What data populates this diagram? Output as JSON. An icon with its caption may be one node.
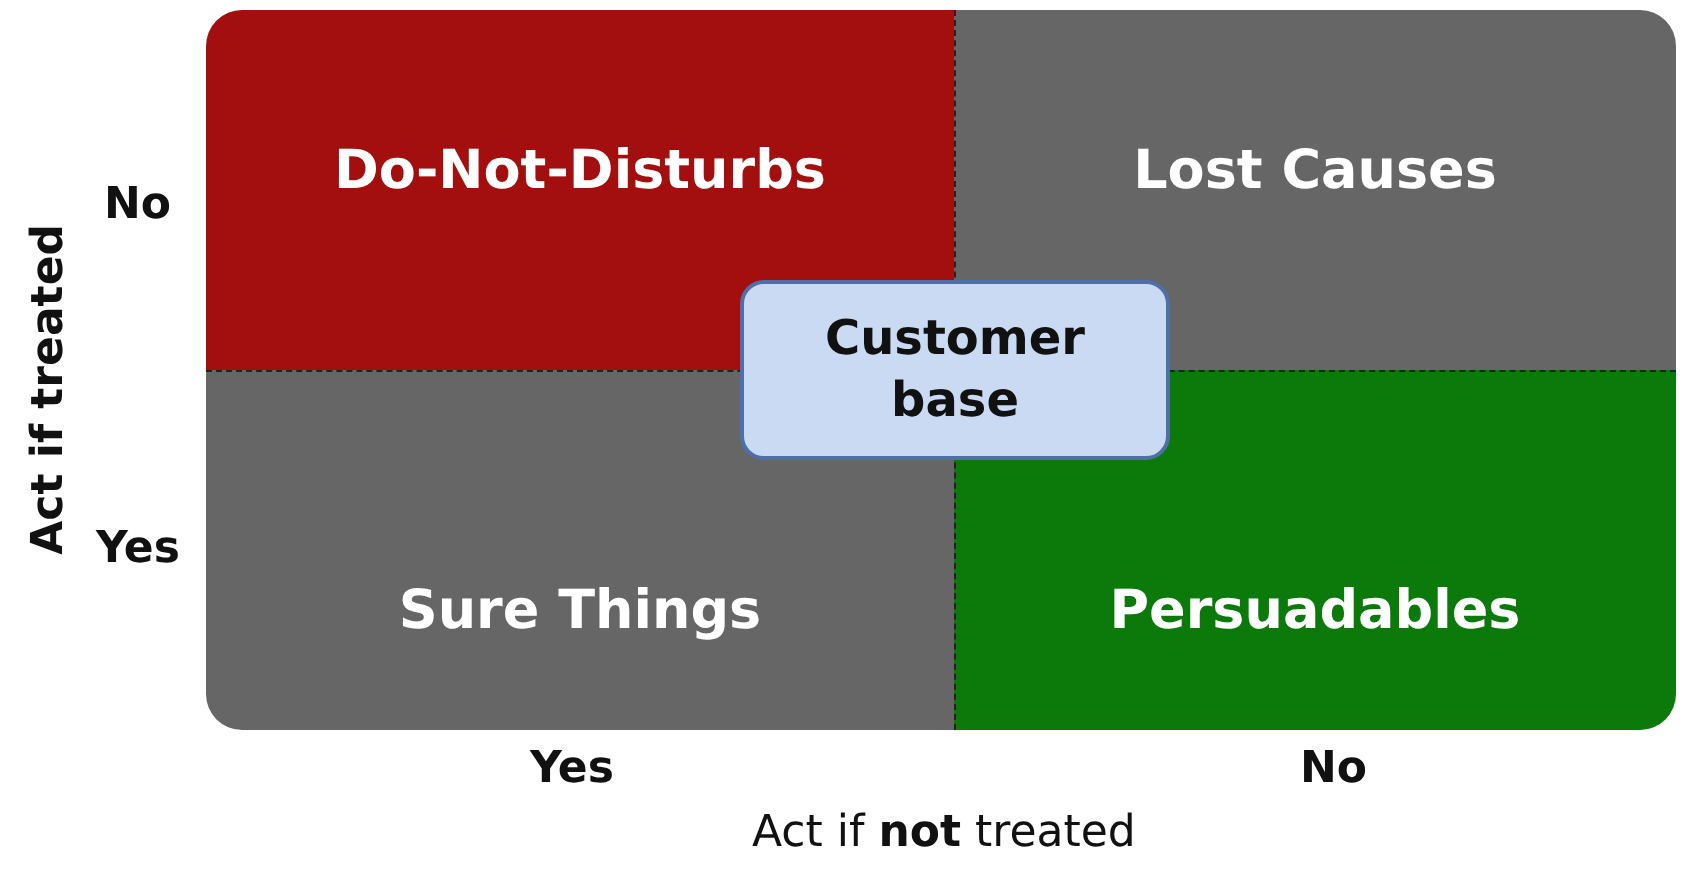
{
  "diagram": {
    "nodes": [
      {
        "text": [
          "Do-Not-Disturbs"
        ]
      },
      {
        "text": [
          "Lost Causes"
        ]
      },
      {
        "text": [
          "Sure Things"
        ]
      },
      {
        "text": [
          "Persuadables"
        ]
      },
      {
        "text": [
          "Customer base"
        ]
      }
    ],
    "labels": [
      "No",
      "Yes",
      "Act if treated",
      "Yes",
      "No",
      "Act if **not** treated"
    ]
  }
}
